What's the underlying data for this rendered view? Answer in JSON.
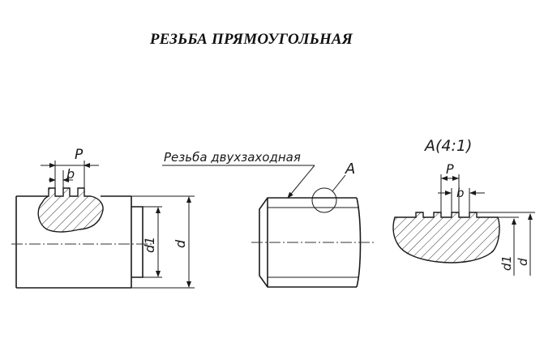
{
  "title": "РЕЗЬБА ПРЯМОУГОЛЬНАЯ",
  "left_view": {
    "pitch_label": "P",
    "width_label": "b",
    "minor_dia_label": "d1",
    "major_dia_label": "d"
  },
  "middle_view": {
    "callout_text": "Резьба двухзаходная",
    "detail_marker": "A"
  },
  "detail_view": {
    "title": "A(4:1)",
    "pitch_label": "P",
    "width_label": "b",
    "minor_dia_label": "d1",
    "major_dia_label": "d"
  }
}
